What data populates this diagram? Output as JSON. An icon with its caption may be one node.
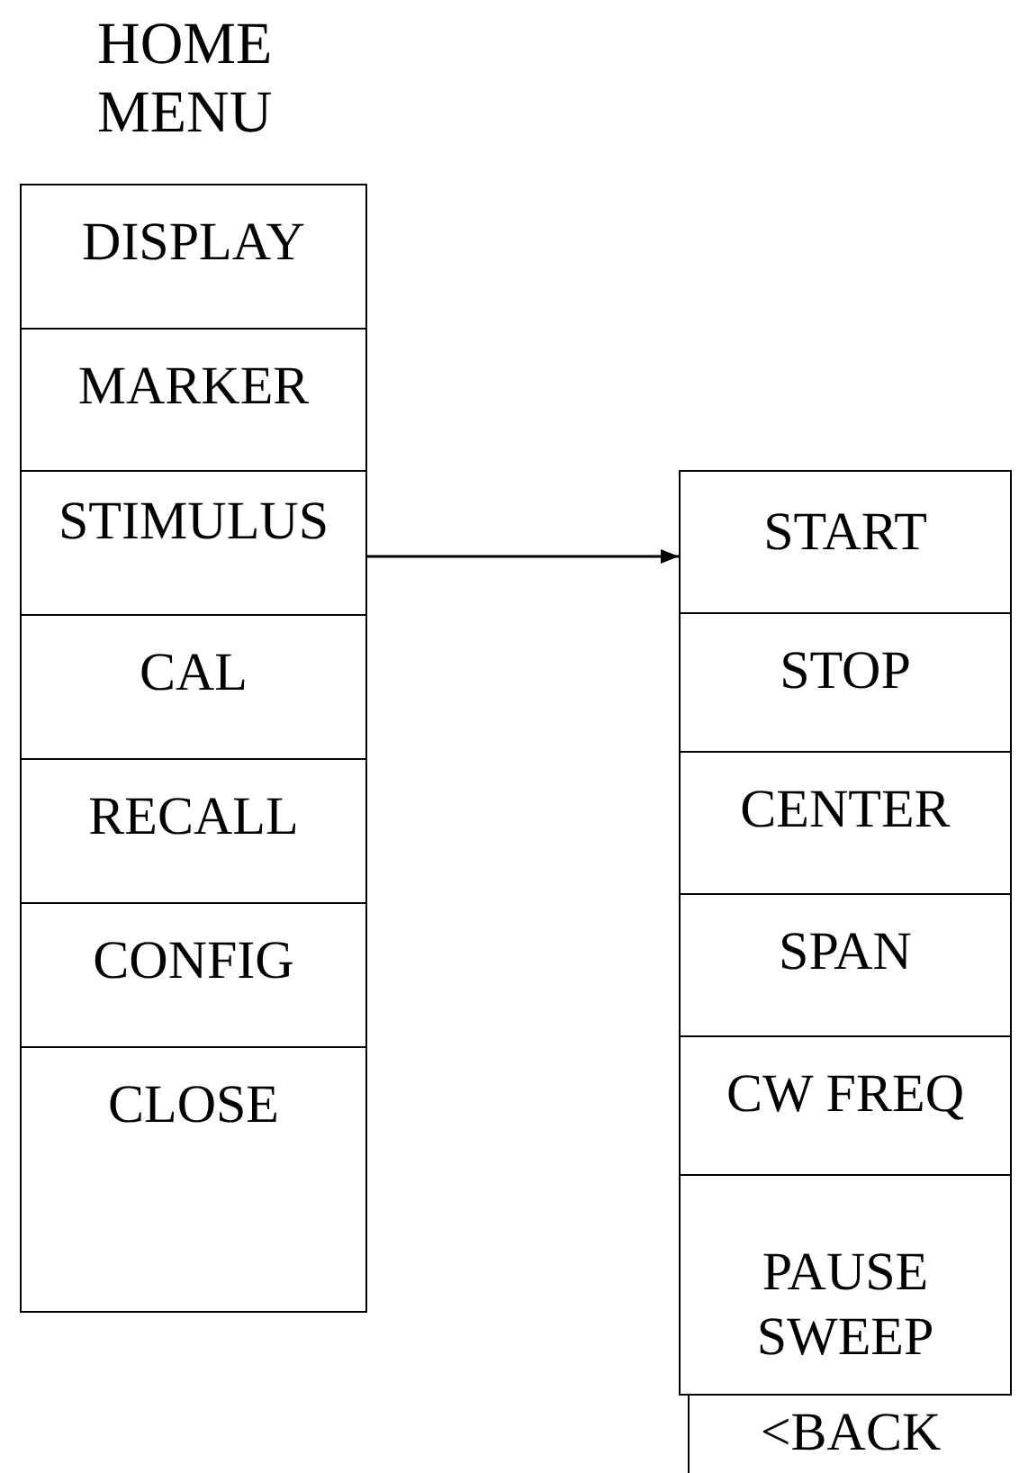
{
  "diagram": {
    "title": "HOME MENU",
    "nodes": [
      {
        "text": [
          "DISPLAY"
        ]
      },
      {
        "text": [
          "MARKER"
        ]
      },
      {
        "text": [
          "STIMULUS"
        ]
      },
      {
        "text": [
          "CAL"
        ]
      },
      {
        "text": [
          "RECALL"
        ]
      },
      {
        "text": [
          "CONFIG"
        ]
      },
      {
        "text": [
          "CLOSE"
        ]
      },
      {
        "text": [
          "START"
        ]
      },
      {
        "text": [
          "STOP"
        ]
      },
      {
        "text": [
          "CENTER"
        ]
      },
      {
        "text": [
          "SPAN"
        ]
      },
      {
        "text": [
          "CW FREQ"
        ]
      },
      {
        "text": [
          "PAUSE SWEEP"
        ]
      },
      {
        "text": [
          "<BACK"
        ]
      }
    ],
    "edges": [
      {
        "from": 2,
        "to": 7,
        "arrow": "to"
      }
    ]
  }
}
